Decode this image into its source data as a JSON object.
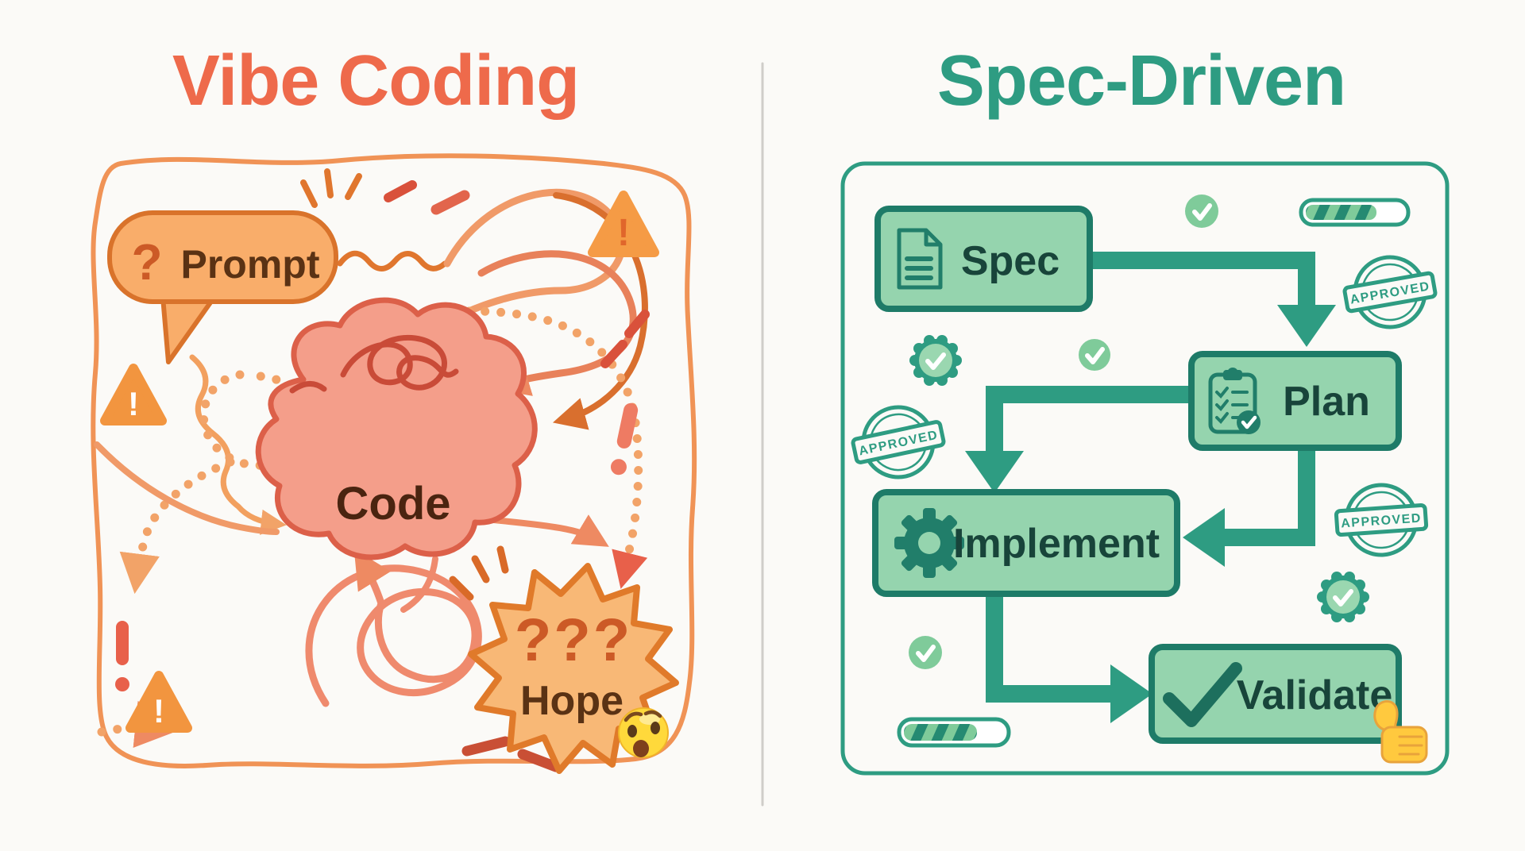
{
  "background": "#FBFAF7",
  "divider": {
    "color": "#CFCDC9"
  },
  "left": {
    "title": "Vibe Coding",
    "title_color": "#EE6A4B",
    "colors": {
      "frame": "#F09356",
      "bubble_fill": "#F9AD6A",
      "bubble_border": "#D9732B",
      "cloud_fill": "#F49E8A",
      "cloud_border": "#DC6049",
      "star_fill": "#F8B876",
      "star_border": "#E07A2A",
      "dark_text": "#5A3214",
      "accent_red": "#D9513B"
    },
    "prompt_bubble": {
      "question_mark": "?",
      "label": "Prompt"
    },
    "code_cloud": {
      "label": "Code"
    },
    "hope_burst": {
      "question_marks": "???",
      "label": "Hope"
    },
    "warning_triangles": [
      {
        "mark": "!"
      },
      {
        "mark": "!"
      },
      {
        "mark": "!"
      }
    ],
    "emoji": "worried-face"
  },
  "right": {
    "title": "Spec-Driven",
    "title_color": "#2E9C82",
    "colors": {
      "frame": "#2E9C82",
      "box_fill": "#95D4AE",
      "box_border": "#1E7B68",
      "icon": "#217E6A",
      "arrow": "#2E9C82",
      "label": "#18443A",
      "badge_fill": "#7FCB9A"
    },
    "steps": [
      {
        "label": "Spec",
        "icon": "document-icon"
      },
      {
        "label": "Plan",
        "icon": "clipboard-check-icon"
      },
      {
        "label": "Implement",
        "icon": "gear-icon"
      },
      {
        "label": "Validate",
        "icon": "check-icon"
      }
    ],
    "stamps": [
      {
        "label": "APPROVED"
      },
      {
        "label": "APPROVED"
      },
      {
        "label": "APPROVED"
      }
    ],
    "progress_bars": [
      {
        "fill_pct": 66
      },
      {
        "fill_pct": 67
      }
    ],
    "emoji": "thumbs-up"
  }
}
